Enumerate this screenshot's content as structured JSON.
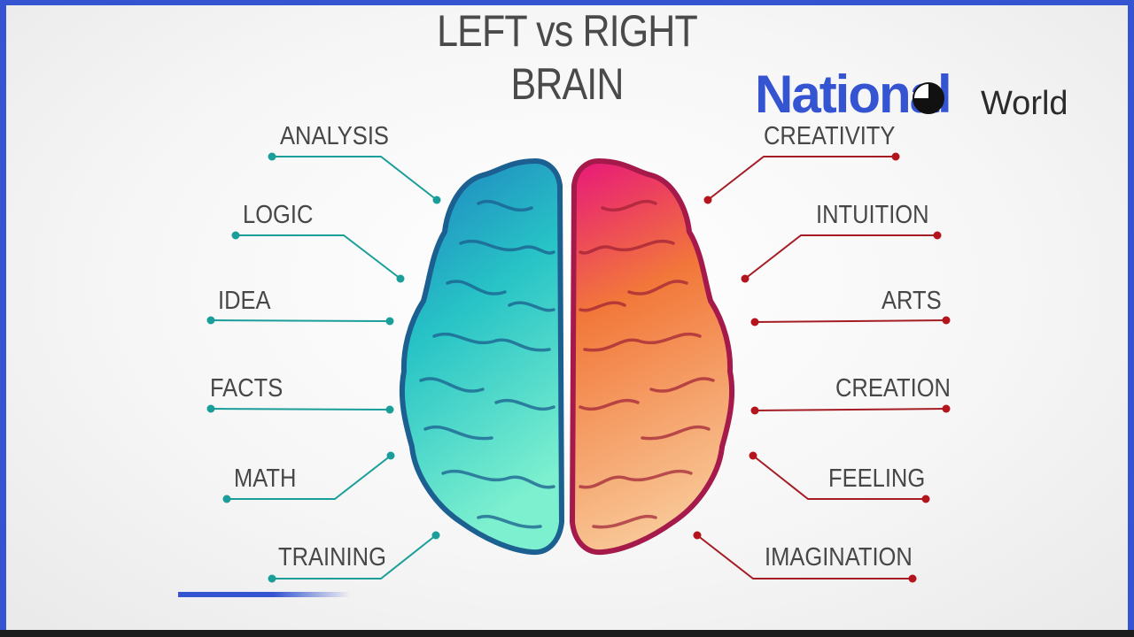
{
  "title": {
    "line1": "LEFT vs RIGHT",
    "line2": "BRAIN"
  },
  "logo": {
    "primary": "National",
    "secondary": "World",
    "brand_color": "#3454d1"
  },
  "left_hemisphere": {
    "color": "#1a9e9a",
    "labels": [
      "ANALYSIS",
      "LOGIC",
      "IDEA",
      "FACTS",
      "MATH",
      "TRAINING"
    ]
  },
  "right_hemisphere": {
    "color": "#a51d24",
    "labels": [
      "CREATIVITY",
      "INTUITION",
      "ARTS",
      "CREATION",
      "FEELING",
      "IMAGINATION"
    ]
  }
}
